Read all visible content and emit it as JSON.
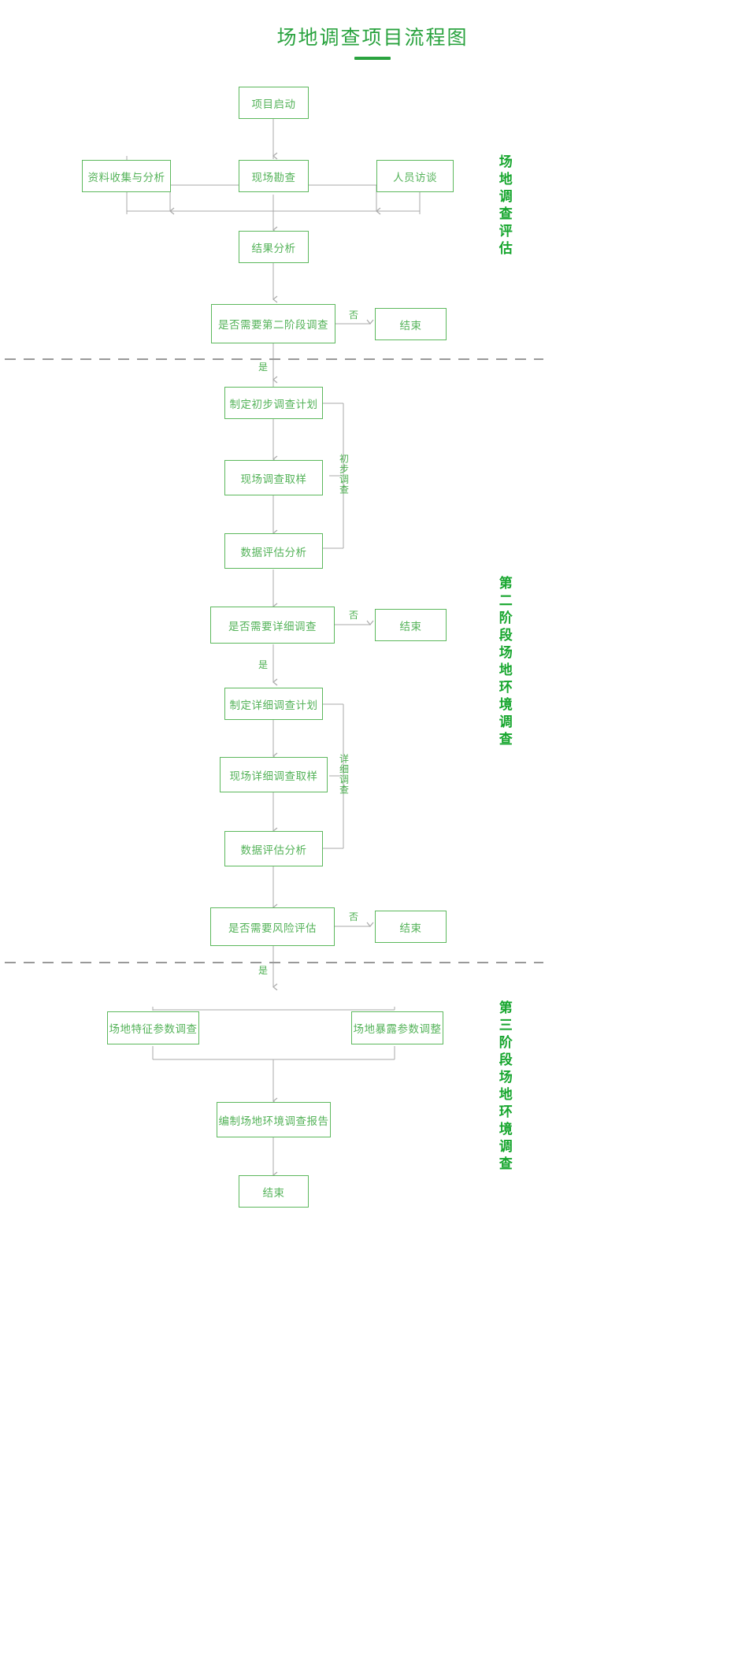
{
  "title": "场地调查项目流程图",
  "colors": {
    "accent": "#2aa33f",
    "node_border": "#5cb85c",
    "node_text": "#55b35a",
    "wire": "#aaaaaa",
    "section_text": "#17a62e",
    "divider": "#999999"
  },
  "nodes": {
    "start": "项目启动",
    "data_collection": "资料收集与分析",
    "site_survey": "现场勘查",
    "interviews": "人员访谈",
    "result_analysis": "结果分析",
    "decision_phase2": "是否需要第二阶段调查",
    "end1": "结束",
    "prelim_plan": "制定初步调查计划",
    "prelim_sampling": "现场调查取样",
    "prelim_data_eval": "数据评估分析",
    "decision_detail": "是否需要详细调查",
    "end2": "结束",
    "detail_plan": "制定详细调查计划",
    "detail_sampling": "现场详细调查取样",
    "detail_data_eval": "数据评估分析",
    "decision_risk": "是否需要风险评估",
    "end3": "结束",
    "site_feature_param": "场地特征参数调查",
    "site_exposure_param": "场地暴露参数调整",
    "report": "编制场地环境调查报告",
    "end4": "结束"
  },
  "edge_labels": {
    "no1": "否",
    "yes1": "是",
    "no2": "否",
    "yes2": "是",
    "no3": "否",
    "yes3": "是"
  },
  "bracket_labels": {
    "preliminary": "初步调查",
    "detailed": "详细调查"
  },
  "section_labels": {
    "phase1": "场地调查评估",
    "phase2": "第二阶段场地环境调查",
    "phase3": "第三阶段场地环境调查"
  }
}
